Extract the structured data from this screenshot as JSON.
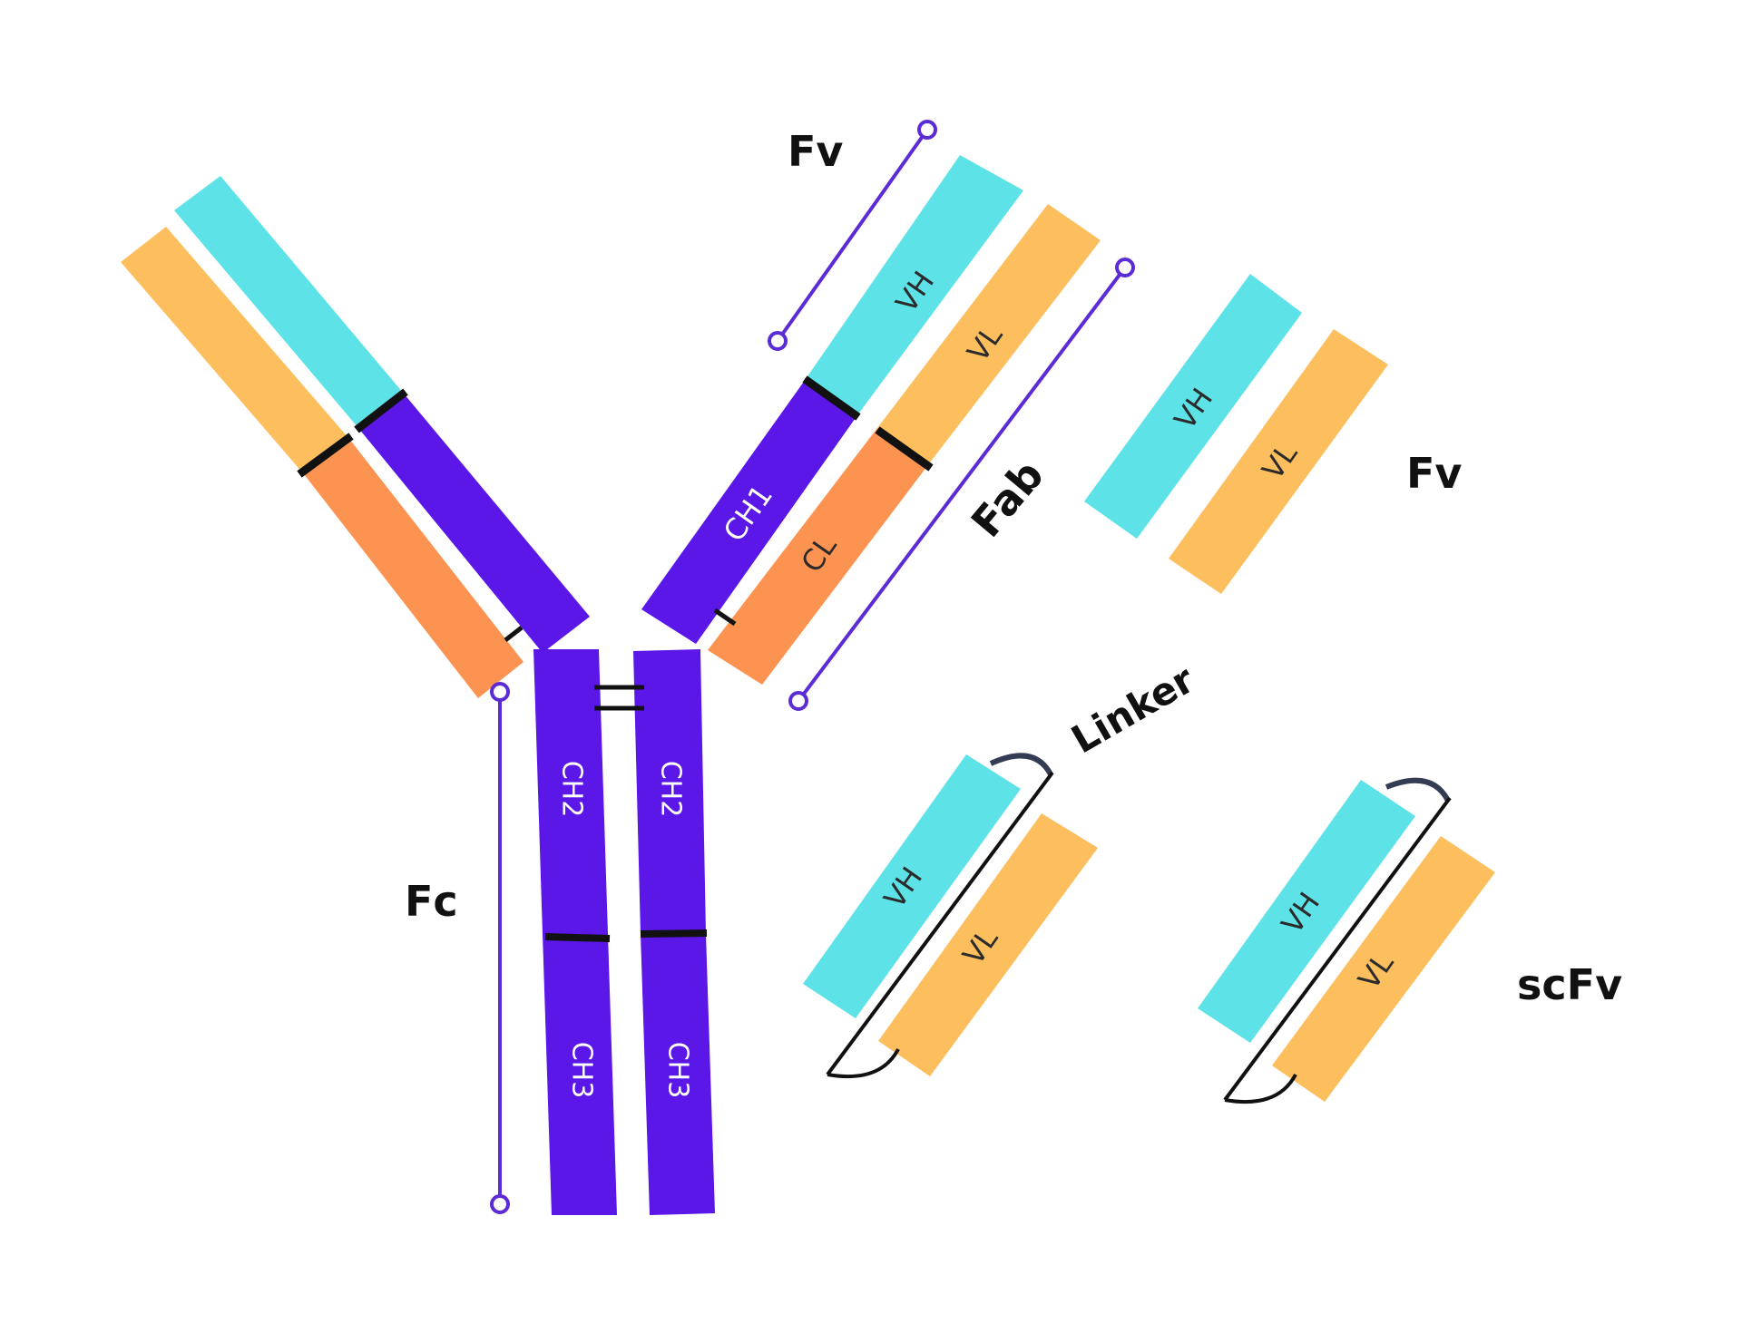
{
  "colors": {
    "heavy_variable": "#5DE2E7",
    "light_variable": "#FDBE5E",
    "heavy_constant": "#5B16E8",
    "light_constant": "#FD9350",
    "bracket": "#5B2BD6",
    "linker": "#343C54",
    "divider": "#111111"
  },
  "labels": {
    "fv_top": "Fv",
    "fab": "Fab",
    "fc": "Fc",
    "fv_right": "Fv",
    "linker": "Linker",
    "scfv": "scFv"
  },
  "domains": {
    "vh": "VH",
    "vl": "VL",
    "ch1": "CH1",
    "cl": "CL",
    "ch2": "CH2",
    "ch3": "CH3"
  }
}
